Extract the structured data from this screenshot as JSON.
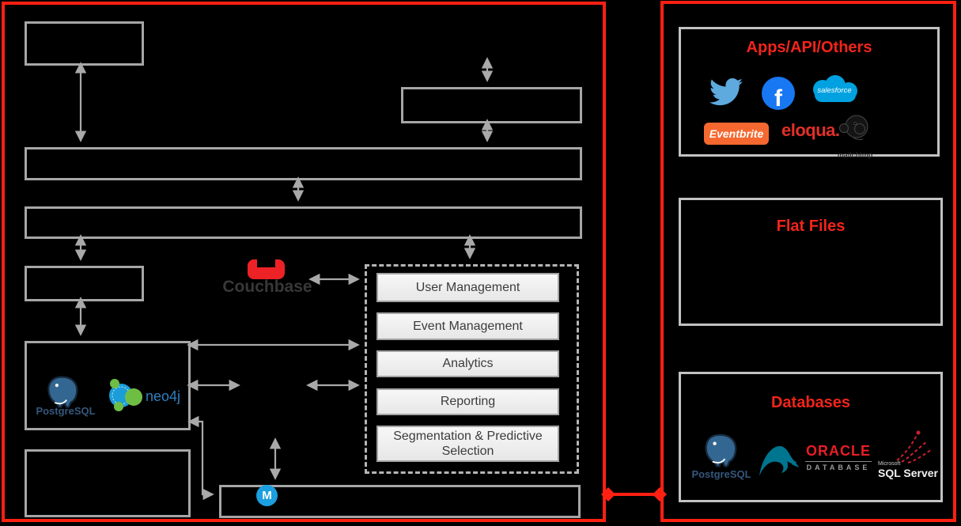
{
  "colors": {
    "accent_red": "#ff2012",
    "title_red": "#f1241a",
    "box_border_gray": "#a6a6a6",
    "arrow_gray": "#a9a9a9",
    "module_fill": "#efefef",
    "couchbase_red": "#ed2226",
    "postgres_blue": "#336791",
    "neo4j_green": "#6fbe44",
    "mysql_teal": "#00758f",
    "oracle_red": "#e81e25",
    "twitter_blue": "#1da1f2",
    "facebook_blue": "#1877f2",
    "salesforce_blue": "#00a1e0",
    "eventbrite_orange": "#f6682f",
    "mulesoft_blue": "#1b9fe0"
  },
  "diagram": {
    "modules": [
      "User Management",
      "Event Management",
      "Analytics",
      "Reporting",
      "Segmentation & Predictive Selection"
    ]
  },
  "sections": {
    "apps": "Apps/API/Others",
    "flat_files": "Flat Files",
    "databases": "Databases"
  },
  "logos": {
    "couchbase": "Couchbase",
    "postgresql": "PostgreSQL",
    "neo4j": "neo4j",
    "mulesoft": "M",
    "facebook": "f",
    "salesforce": "salesforce",
    "eventbrite": "Eventbrite",
    "eloqua": "eloqua.",
    "mailchimp": "mailchimp",
    "oracle": "ORACLE",
    "oracle_sub": "DATABASE",
    "microsoft": "Microsoft",
    "sqlserver": "SQL Server"
  }
}
